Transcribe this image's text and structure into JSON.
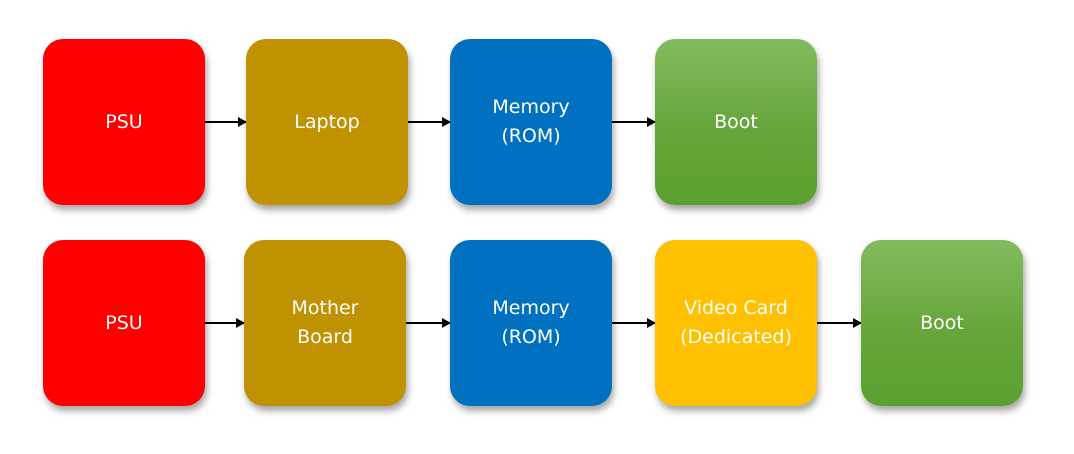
{
  "diagram": {
    "row1": {
      "boxes": [
        {
          "lines": [
            "PSU"
          ],
          "color": "#fe0000"
        },
        {
          "lines": [
            "Laptop"
          ],
          "color": "#c09100"
        },
        {
          "lines": [
            "Memory",
            "(ROM)"
          ],
          "color": "#0070c0"
        },
        {
          "lines": [
            "Boot"
          ],
          "color": "#66a53a"
        }
      ]
    },
    "row2": {
      "boxes": [
        {
          "lines": [
            "PSU"
          ],
          "color": "#fe0000"
        },
        {
          "lines": [
            "Mother",
            "Board"
          ],
          "color": "#c09100"
        },
        {
          "lines": [
            "Memory",
            "(ROM)"
          ],
          "color": "#0070c0"
        },
        {
          "lines": [
            "Video Card",
            "(Dedicated)"
          ],
          "color": "#ffc000"
        },
        {
          "lines": [
            "Boot"
          ],
          "color": "#66a53a"
        }
      ]
    }
  }
}
